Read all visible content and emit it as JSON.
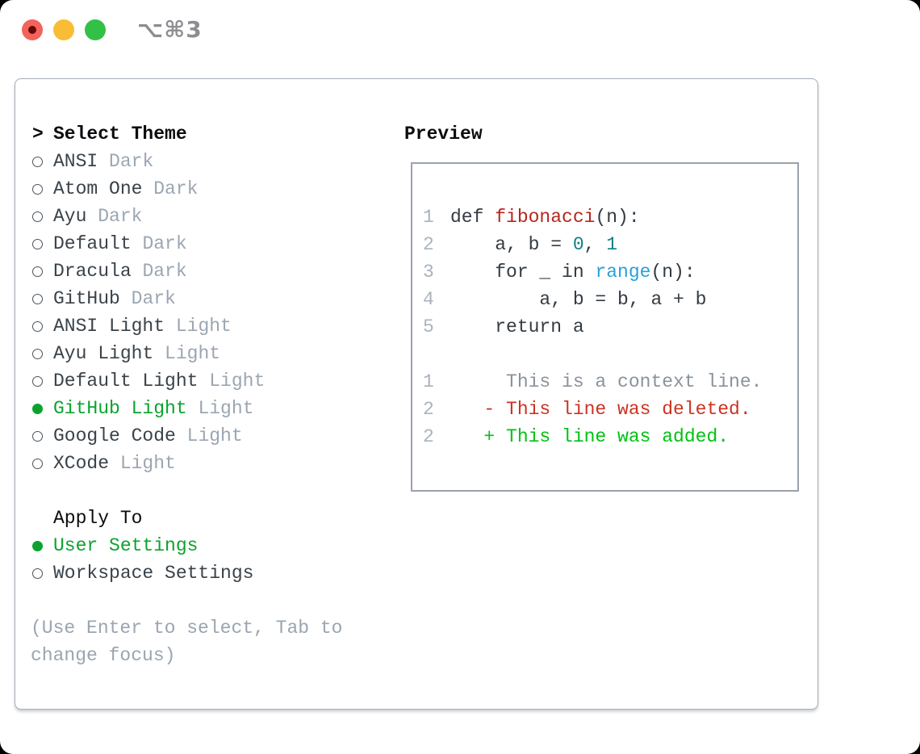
{
  "window": {
    "shortcut_label": "⌥⌘3"
  },
  "colors": {
    "selected_green": "#0ba32e",
    "added_green": "#00c213",
    "deleted_red": "#cc3322",
    "function_red": "#b5271d",
    "number_teal": "#0f7f86",
    "builtin_blue": "#2aa0d8",
    "muted_gray": "#9ba6b2",
    "panel_border": "#a4acb6"
  },
  "theme_picker": {
    "title": "Select Theme",
    "cursor": ">",
    "items": [
      {
        "name": "ANSI",
        "variant": "Dark",
        "selected": false
      },
      {
        "name": "Atom One",
        "variant": "Dark",
        "selected": false
      },
      {
        "name": "Ayu",
        "variant": "Dark",
        "selected": false
      },
      {
        "name": "Default",
        "variant": "Dark",
        "selected": false
      },
      {
        "name": "Dracula",
        "variant": "Dark",
        "selected": false
      },
      {
        "name": "GitHub",
        "variant": "Dark",
        "selected": false
      },
      {
        "name": "ANSI Light",
        "variant": "Light",
        "selected": false
      },
      {
        "name": "Ayu Light",
        "variant": "Light",
        "selected": false
      },
      {
        "name": "Default Light",
        "variant": "Light",
        "selected": false
      },
      {
        "name": "GitHub Light",
        "variant": "Light",
        "selected": true
      },
      {
        "name": "Google Code",
        "variant": "Light",
        "selected": false
      },
      {
        "name": "XCode",
        "variant": "Light",
        "selected": false
      }
    ],
    "apply_to": {
      "title": "Apply To",
      "options": [
        {
          "label": "User Settings",
          "selected": true
        },
        {
          "label": "Workspace Settings",
          "selected": false
        }
      ]
    },
    "help_lines": [
      "(Use Enter to select, Tab to",
      "change focus)"
    ]
  },
  "preview": {
    "title": "Preview",
    "code_lines": [
      {
        "num": "1",
        "segments": [
          {
            "text": "def ",
            "style": "code"
          },
          {
            "text": "fibonacci",
            "style": "func"
          },
          {
            "text": "(n):",
            "style": "code"
          }
        ]
      },
      {
        "num": "2",
        "segments": [
          {
            "text": "    a, b = ",
            "style": "code"
          },
          {
            "text": "0",
            "style": "number"
          },
          {
            "text": ", ",
            "style": "code"
          },
          {
            "text": "1",
            "style": "number"
          }
        ]
      },
      {
        "num": "3",
        "segments": [
          {
            "text": "    for _ in ",
            "style": "code"
          },
          {
            "text": "range",
            "style": "builtin"
          },
          {
            "text": "(n):",
            "style": "code"
          }
        ]
      },
      {
        "num": "4",
        "segments": [
          {
            "text": "        a, b = b, a + b",
            "style": "code"
          }
        ]
      },
      {
        "num": "5",
        "segments": [
          {
            "text": "    return a",
            "style": "code"
          }
        ]
      },
      {
        "num": "",
        "segments": []
      },
      {
        "num": "1",
        "segments": [
          {
            "text": "     This is a context line.",
            "style": "context"
          }
        ]
      },
      {
        "num": "2",
        "segments": [
          {
            "text": "   - This line was deleted.",
            "style": "deleted"
          }
        ]
      },
      {
        "num": "2",
        "segments": [
          {
            "text": "   + This line was added.",
            "style": "added"
          }
        ]
      }
    ]
  }
}
